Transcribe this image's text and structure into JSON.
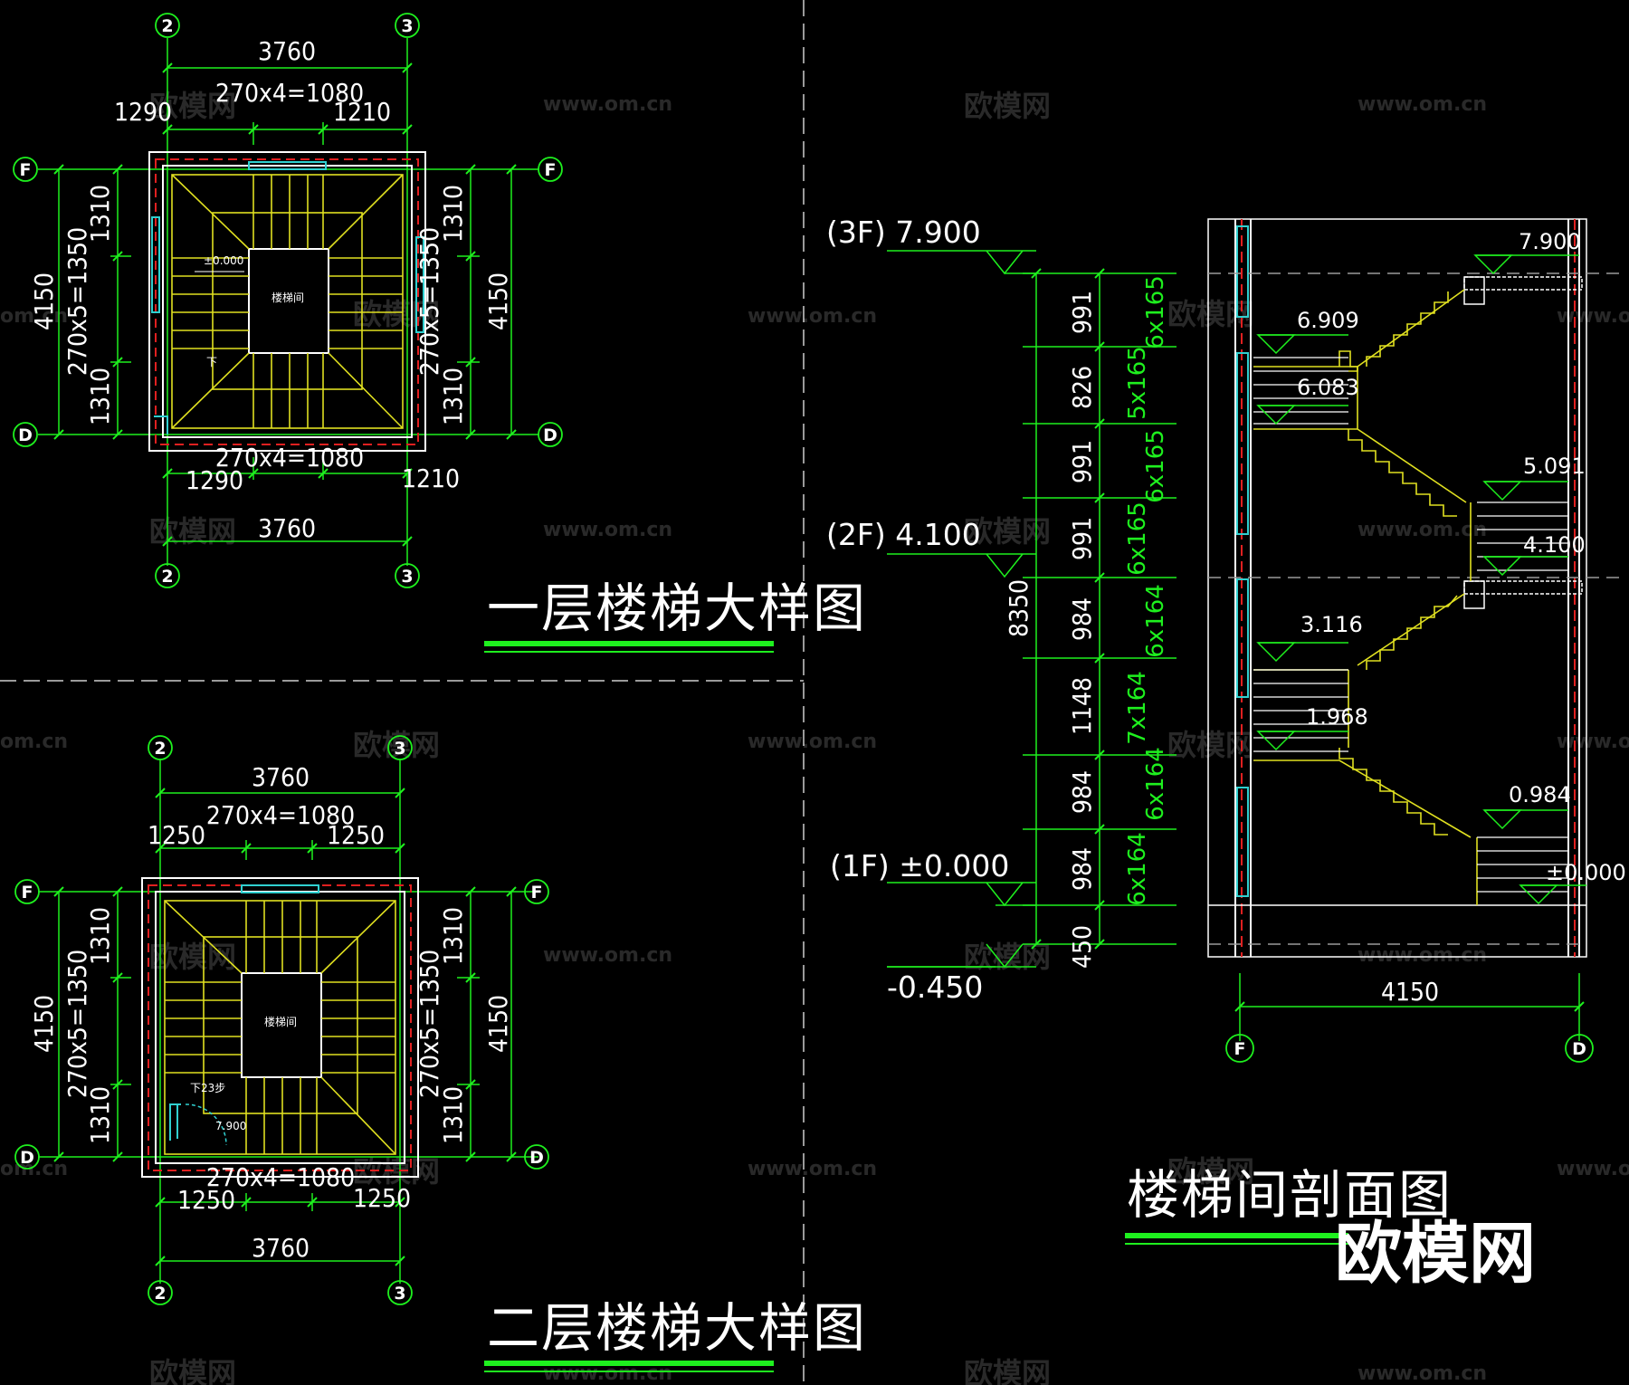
{
  "watermark": {
    "url": "www.om.cn",
    "brand_text": "欧模网",
    "logo_text": "欧模网",
    "url_partial": "om.cn"
  },
  "plan1": {
    "title": "一层楼梯大样图",
    "axis_left": "2",
    "axis_right": "3",
    "axis_top": "F",
    "axis_bottom": "D",
    "top_total": "3760",
    "top_treads": "270x4=1080",
    "top_left": "1290",
    "top_right": "1210",
    "bottom_treads": "270x4=1080",
    "bottom_left": "1290",
    "bottom_right": "1210",
    "bottom_total": "3760",
    "left_total": "4150",
    "left_top": "1310",
    "left_treads": "270x5=1350",
    "left_bottom": "1310",
    "right_total": "4150",
    "right_top": "1310",
    "right_treads": "270x5=1350",
    "right_bottom": "1310",
    "center_label": "楼梯间",
    "level_label": "±0.000",
    "down_label": "下"
  },
  "plan2": {
    "title": "二层楼梯大样图",
    "axis_left": "2",
    "axis_right": "3",
    "axis_top": "F",
    "axis_bottom": "D",
    "top_total": "3760",
    "top_treads": "270x4=1080",
    "top_left": "1250",
    "top_right": "1250",
    "bottom_treads": "270x4=1080",
    "bottom_left": "1250",
    "bottom_right": "1250",
    "bottom_total": "3760",
    "left_total": "4150",
    "left_top": "1310",
    "left_treads": "270x5=1350",
    "left_bottom": "1310",
    "right_total": "4150",
    "right_top": "1310",
    "right_treads": "270x5=1350",
    "right_bottom": "1310",
    "center_label": "楼梯间",
    "down_label": "下23步",
    "level_label": "7.900"
  },
  "section": {
    "title": "楼梯间剖面图",
    "level_3f": "(3F) 7.900",
    "level_2f": "(2F) 4.100",
    "level_1f": "(1F) ±0.000",
    "level_ground": "-0.450",
    "total_height": "8350",
    "segments": [
      {
        "dim": "991",
        "steps": "6x165"
      },
      {
        "dim": "826",
        "steps": "5x165"
      },
      {
        "dim": "991",
        "steps": "6x165"
      },
      {
        "dim": "991",
        "steps": "6x165"
      },
      {
        "dim": "984",
        "steps": "6x164"
      },
      {
        "dim": "1148",
        "steps": "7x164"
      },
      {
        "dim": "984",
        "steps": "6x164"
      },
      {
        "dim": "984",
        "steps": "6x164"
      },
      {
        "dim": "450",
        "steps": ""
      }
    ],
    "elevations": [
      "7.900",
      "6.909",
      "6.083",
      "5.091",
      "4.100",
      "3.116",
      "1.968",
      "0.984",
      "±0.000"
    ],
    "width": "4150",
    "axis_left": "F",
    "axis_right": "D"
  },
  "colors": {
    "background": "#000000",
    "dimension": "#1ef01e",
    "wall": "#ffffff",
    "stair": "#e0e020",
    "axis_dash": "#e02020",
    "window": "#30d0d0"
  }
}
